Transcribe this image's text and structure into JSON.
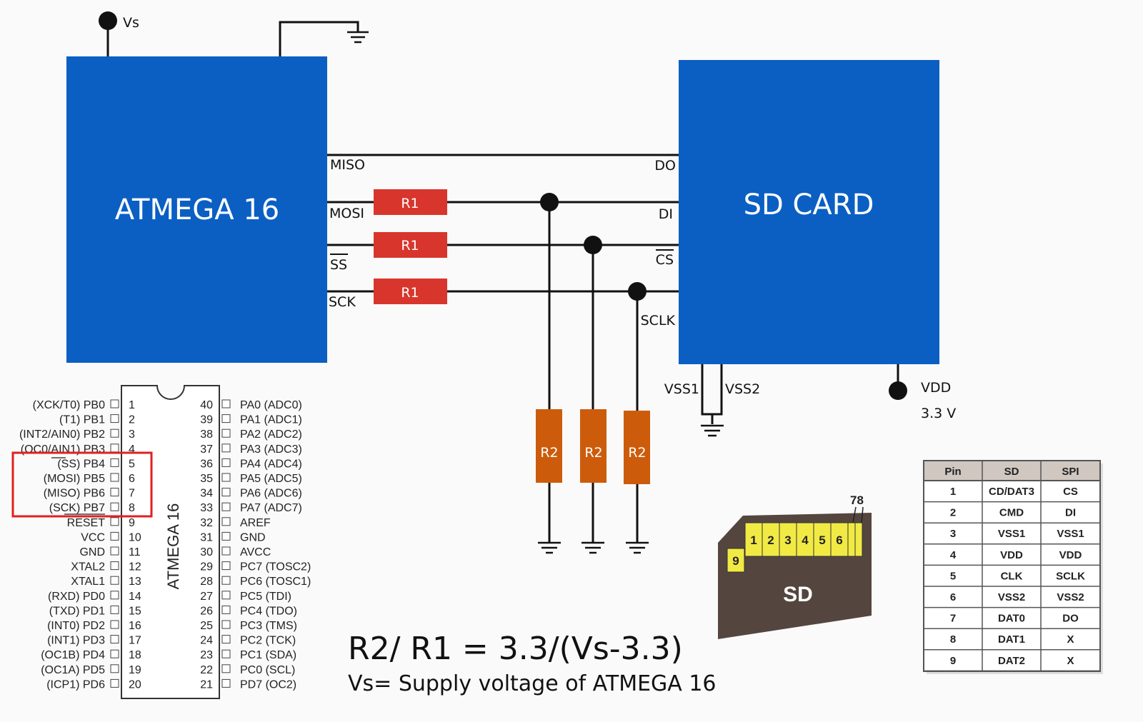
{
  "colors": {
    "chip_blue": "#0b5fc3",
    "r1_red": "#d8362c",
    "r2_orange": "#cc5c0c",
    "highlight": "#e02020",
    "sd_body": "#54463f",
    "sd_contact": "#f2ea44",
    "table_header": "#cfc7c0"
  },
  "supply": {
    "label": "Vs"
  },
  "mcu": {
    "title": "ATMEGA 16",
    "pins": {
      "miso": "MISO",
      "mosi": "MOSI",
      "ss": "SS",
      "sck": "SCK"
    }
  },
  "sdcard": {
    "title": "SD CARD",
    "pins": {
      "do": "DO",
      "di": "DI",
      "cs": "CS",
      "sclk": "SCLK",
      "vss1": "VSS1",
      "vss2": "VSS2",
      "vdd": "VDD",
      "vdd_value": "3.3 V"
    }
  },
  "resistors": {
    "r1": "R1",
    "r2": "R2"
  },
  "formula": {
    "equation": "R2/ R1 = 3.3/(Vs-3.3)",
    "note": "Vs= Supply voltage of ATMEGA 16"
  },
  "pinout": {
    "chip_label": "ATMEGA 16",
    "left": [
      {
        "num": "1",
        "label": "(XCK/T0)  PB0"
      },
      {
        "num": "2",
        "label": "(T1)  PB1"
      },
      {
        "num": "3",
        "label": "(INT2/AIN0)  PB2"
      },
      {
        "num": "4",
        "label": "(OC0/AIN1)  PB3"
      },
      {
        "num": "5",
        "label": "(SS)  PB4"
      },
      {
        "num": "6",
        "label": "(MOSI)  PB5"
      },
      {
        "num": "7",
        "label": "(MISO)  PB6"
      },
      {
        "num": "8",
        "label": "(SCK)  PB7"
      },
      {
        "num": "9",
        "label": "RESET"
      },
      {
        "num": "10",
        "label": "VCC"
      },
      {
        "num": "11",
        "label": "GND"
      },
      {
        "num": "12",
        "label": "XTAL2"
      },
      {
        "num": "13",
        "label": "XTAL1"
      },
      {
        "num": "14",
        "label": "(RXD)  PD0"
      },
      {
        "num": "15",
        "label": "(TXD)  PD1"
      },
      {
        "num": "16",
        "label": "(INT0)  PD2"
      },
      {
        "num": "17",
        "label": "(INT1)  PD3"
      },
      {
        "num": "18",
        "label": "(OC1B)  PD4"
      },
      {
        "num": "19",
        "label": "(OC1A)  PD5"
      },
      {
        "num": "20",
        "label": "(ICP1)  PD6"
      }
    ],
    "right": [
      {
        "num": "40",
        "label": "PA0  (ADC0)"
      },
      {
        "num": "39",
        "label": "PA1  (ADC1)"
      },
      {
        "num": "38",
        "label": "PA2  (ADC2)"
      },
      {
        "num": "37",
        "label": "PA3  (ADC3)"
      },
      {
        "num": "36",
        "label": "PA4  (ADC4)"
      },
      {
        "num": "35",
        "label": "PA5  (ADC5)"
      },
      {
        "num": "34",
        "label": "PA6  (ADC6)"
      },
      {
        "num": "33",
        "label": "PA7  (ADC7)"
      },
      {
        "num": "32",
        "label": "AREF"
      },
      {
        "num": "31",
        "label": "GND"
      },
      {
        "num": "30",
        "label": "AVCC"
      },
      {
        "num": "29",
        "label": "PC7  (TOSC2)"
      },
      {
        "num": "28",
        "label": "PC6  (TOSC1)"
      },
      {
        "num": "27",
        "label": "PC5  (TDI)"
      },
      {
        "num": "26",
        "label": "PC4  (TDO)"
      },
      {
        "num": "25",
        "label": "PC3  (TMS)"
      },
      {
        "num": "24",
        "label": "PC2  (TCK)"
      },
      {
        "num": "23",
        "label": "PC1  (SDA)"
      },
      {
        "num": "22",
        "label": "PC0  (SCL)"
      },
      {
        "num": "21",
        "label": "PD7  (OC2)"
      }
    ]
  },
  "sd_image": {
    "label": "SD",
    "contacts": [
      "1",
      "2",
      "3",
      "4",
      "5",
      "6"
    ],
    "extra_contact": "9",
    "top_label": "78"
  },
  "pin_table": {
    "headers": [
      "Pin",
      "SD",
      "SPI"
    ],
    "rows": [
      [
        "1",
        "CD/DAT3",
        "CS"
      ],
      [
        "2",
        "CMD",
        "DI"
      ],
      [
        "3",
        "VSS1",
        "VSS1"
      ],
      [
        "4",
        "VDD",
        "VDD"
      ],
      [
        "5",
        "CLK",
        "SCLK"
      ],
      [
        "6",
        "VSS2",
        "VSS2"
      ],
      [
        "7",
        "DAT0",
        "DO"
      ],
      [
        "8",
        "DAT1",
        "X"
      ],
      [
        "9",
        "DAT2",
        "X"
      ]
    ]
  }
}
